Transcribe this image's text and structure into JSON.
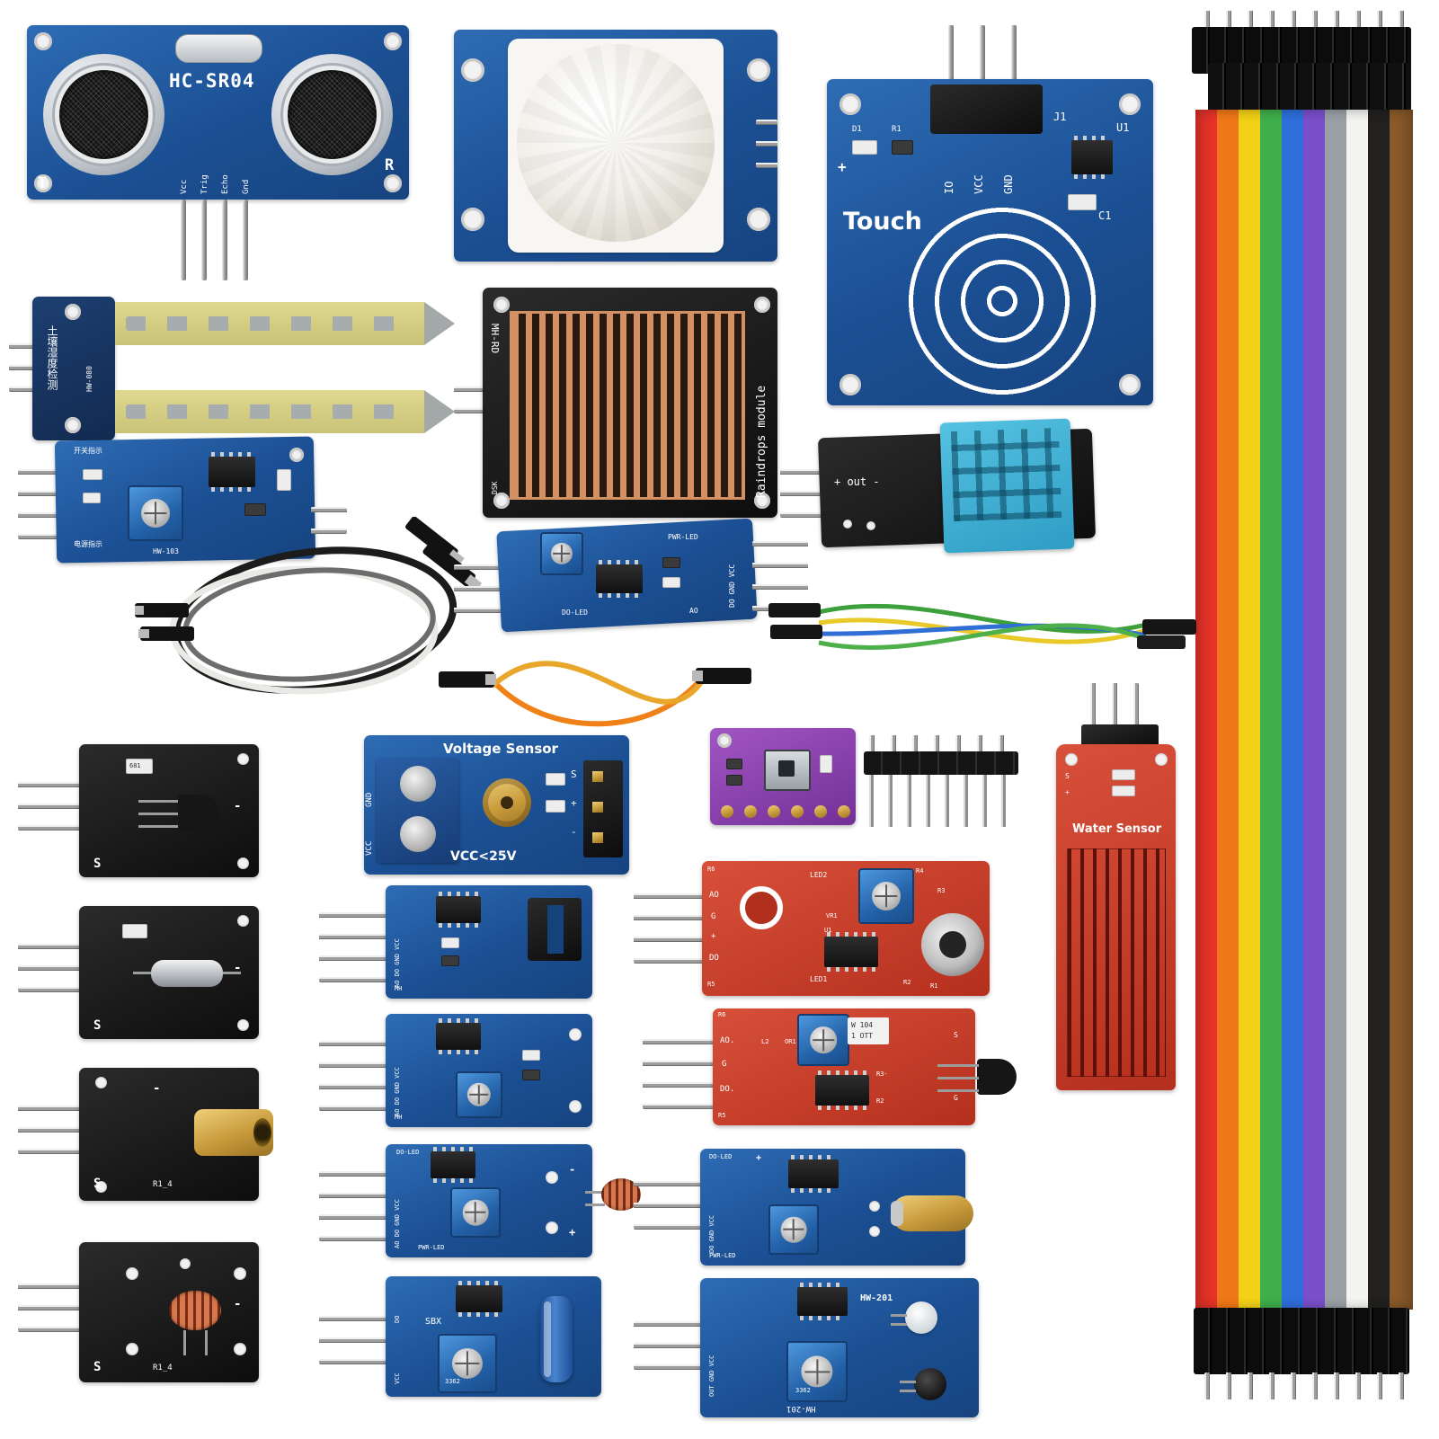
{
  "scene": {
    "bg": "#ffffff",
    "description": "Arduino sensor module kit flat-lay product photo"
  },
  "m": {
    "us": {
      "title": "HC-SR04",
      "t": "T",
      "r": "R",
      "pins": [
        "Vcc",
        "Trig",
        "Echo",
        "Gnd"
      ]
    },
    "touch": {
      "title": "Touch",
      "j1": "J1",
      "u1": "U1",
      "c1": "C1",
      "d1": "D1",
      "r1": "R1",
      "plus": "+",
      "pins": [
        "IO",
        "VCC",
        "GND"
      ]
    },
    "soil": {
      "cn": "土壤湿度检测",
      "model": "HW-080"
    },
    "rain": {
      "model": "MH-RD",
      "title": "Raindrops module",
      "dsk": "DSK"
    },
    "dht": {
      "label": "+ out -"
    },
    "hw103": {
      "model": "HW-103",
      "cn1": "开关指示",
      "cn2": "电源指示"
    },
    "lm393": {
      "pwr": "PWR-LED",
      "doled": "DO-LED",
      "ao": "AO",
      "pins": "DO GND VCC"
    },
    "volt": {
      "title": "Voltage Sensor",
      "gnd": "GND",
      "vcc": "VCC",
      "max": "VCC<25V",
      "s": "S",
      "plus": "+",
      "minus": "-"
    },
    "water": {
      "title": "Water Sensor",
      "s": "S",
      "plus": "+"
    },
    "kyhall": {
      "s": "S",
      "minus": "-",
      "r": "681"
    },
    "kyreed": {
      "s": "S",
      "minus": "-"
    },
    "kylaser": {
      "s": "S",
      "minus": "-",
      "r": "R1_4"
    },
    "kyphoto": {
      "s": "S",
      "minus": "-",
      "r": "R1_4"
    },
    "mic": {
      "led2": "LED2",
      "led1": "LED1",
      "vr1": "VR1",
      "u1": "U1",
      "r1": "R1",
      "r2": "R2",
      "r3": "R3",
      "r4": "R4",
      "r5": "R5",
      "r6": "R6",
      "ao": "AO",
      "g": "G",
      "plus": "+",
      "do": "DO"
    },
    "rtemp": {
      "pot1": "W 104",
      "pot2": "1 OTT",
      "r6": "R6",
      "r5": "R5",
      "ao": "AO.",
      "g": "G",
      "do": "DO.",
      "l2": "L2",
      "or1": "OR1",
      "r3": "R3-",
      "r2": "R2",
      "s": "S",
      "g2": "G"
    },
    "bir": {
      "pins": "AO DO GND VCC",
      "mh": "MH"
    },
    "bpot": {
      "pins": "AO DO GND VCC",
      "mh": "MH"
    },
    "bldr": {
      "pins": "AO DO GND VCC",
      "doled": "DO-LED",
      "pwr": "PWR-LED",
      "plus": "+",
      "minus": "-"
    },
    "sbx": {
      "label": "SBX",
      "pot": "3362",
      "do": "DO",
      "vcc": "VCC"
    },
    "tilt": {
      "doled": "DO-LED",
      "plus": "+",
      "pins": "DO GND VCC",
      "pwr": "PWR-LED"
    },
    "flame": {
      "model": "HW-201",
      "pot": "3362",
      "pins": "OUT GND VCC"
    }
  }
}
